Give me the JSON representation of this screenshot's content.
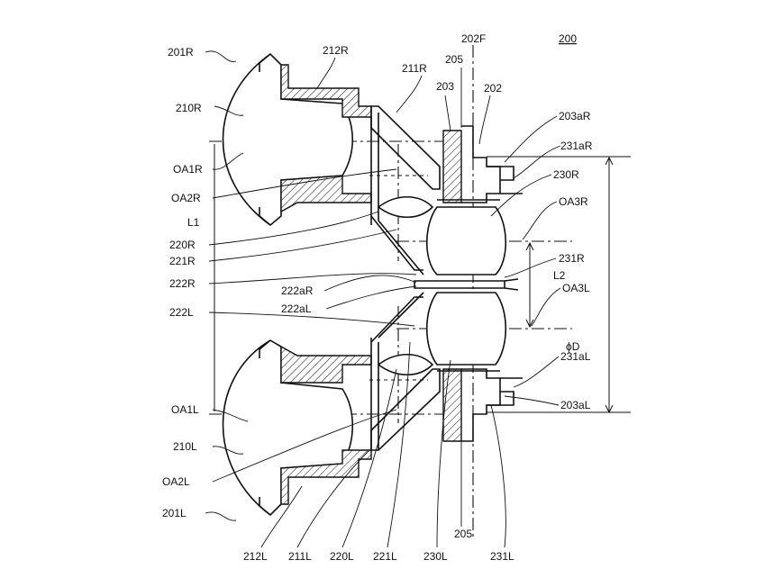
{
  "figure_number": "200",
  "labels": {
    "l_201R": "201R",
    "l_212R": "212R",
    "l_202F": "202F",
    "l_205top": "205",
    "l_211R": "211R",
    "l_203": "203",
    "l_202": "202",
    "l_210R": "210R",
    "l_203aR": "203aR",
    "l_231aR": "231aR",
    "l_OA1R": "OA1R",
    "l_230R": "230R",
    "l_OA2R": "OA2R",
    "l_OA3R": "OA3R",
    "l_L1": "L1",
    "l_220R": "220R",
    "l_221R": "221R",
    "l_231R": "231R",
    "l_222R": "222R",
    "l_L2": "L2",
    "l_222aR": "222aR",
    "l_OA3L": "OA3L",
    "l_222aL": "222aL",
    "l_222L": "222L",
    "l_phiD": "ϕD",
    "l_231aL": "231aL",
    "l_OA1L": "OA1L",
    "l_203aL": "203aL",
    "l_210L": "210L",
    "l_OA2L": "OA2L",
    "l_201L": "201L",
    "l_205bot": "205",
    "l_212L": "212L",
    "l_211L": "211L",
    "l_220L": "220L",
    "l_221L": "221L",
    "l_230L": "230L",
    "l_231L": "231L"
  }
}
